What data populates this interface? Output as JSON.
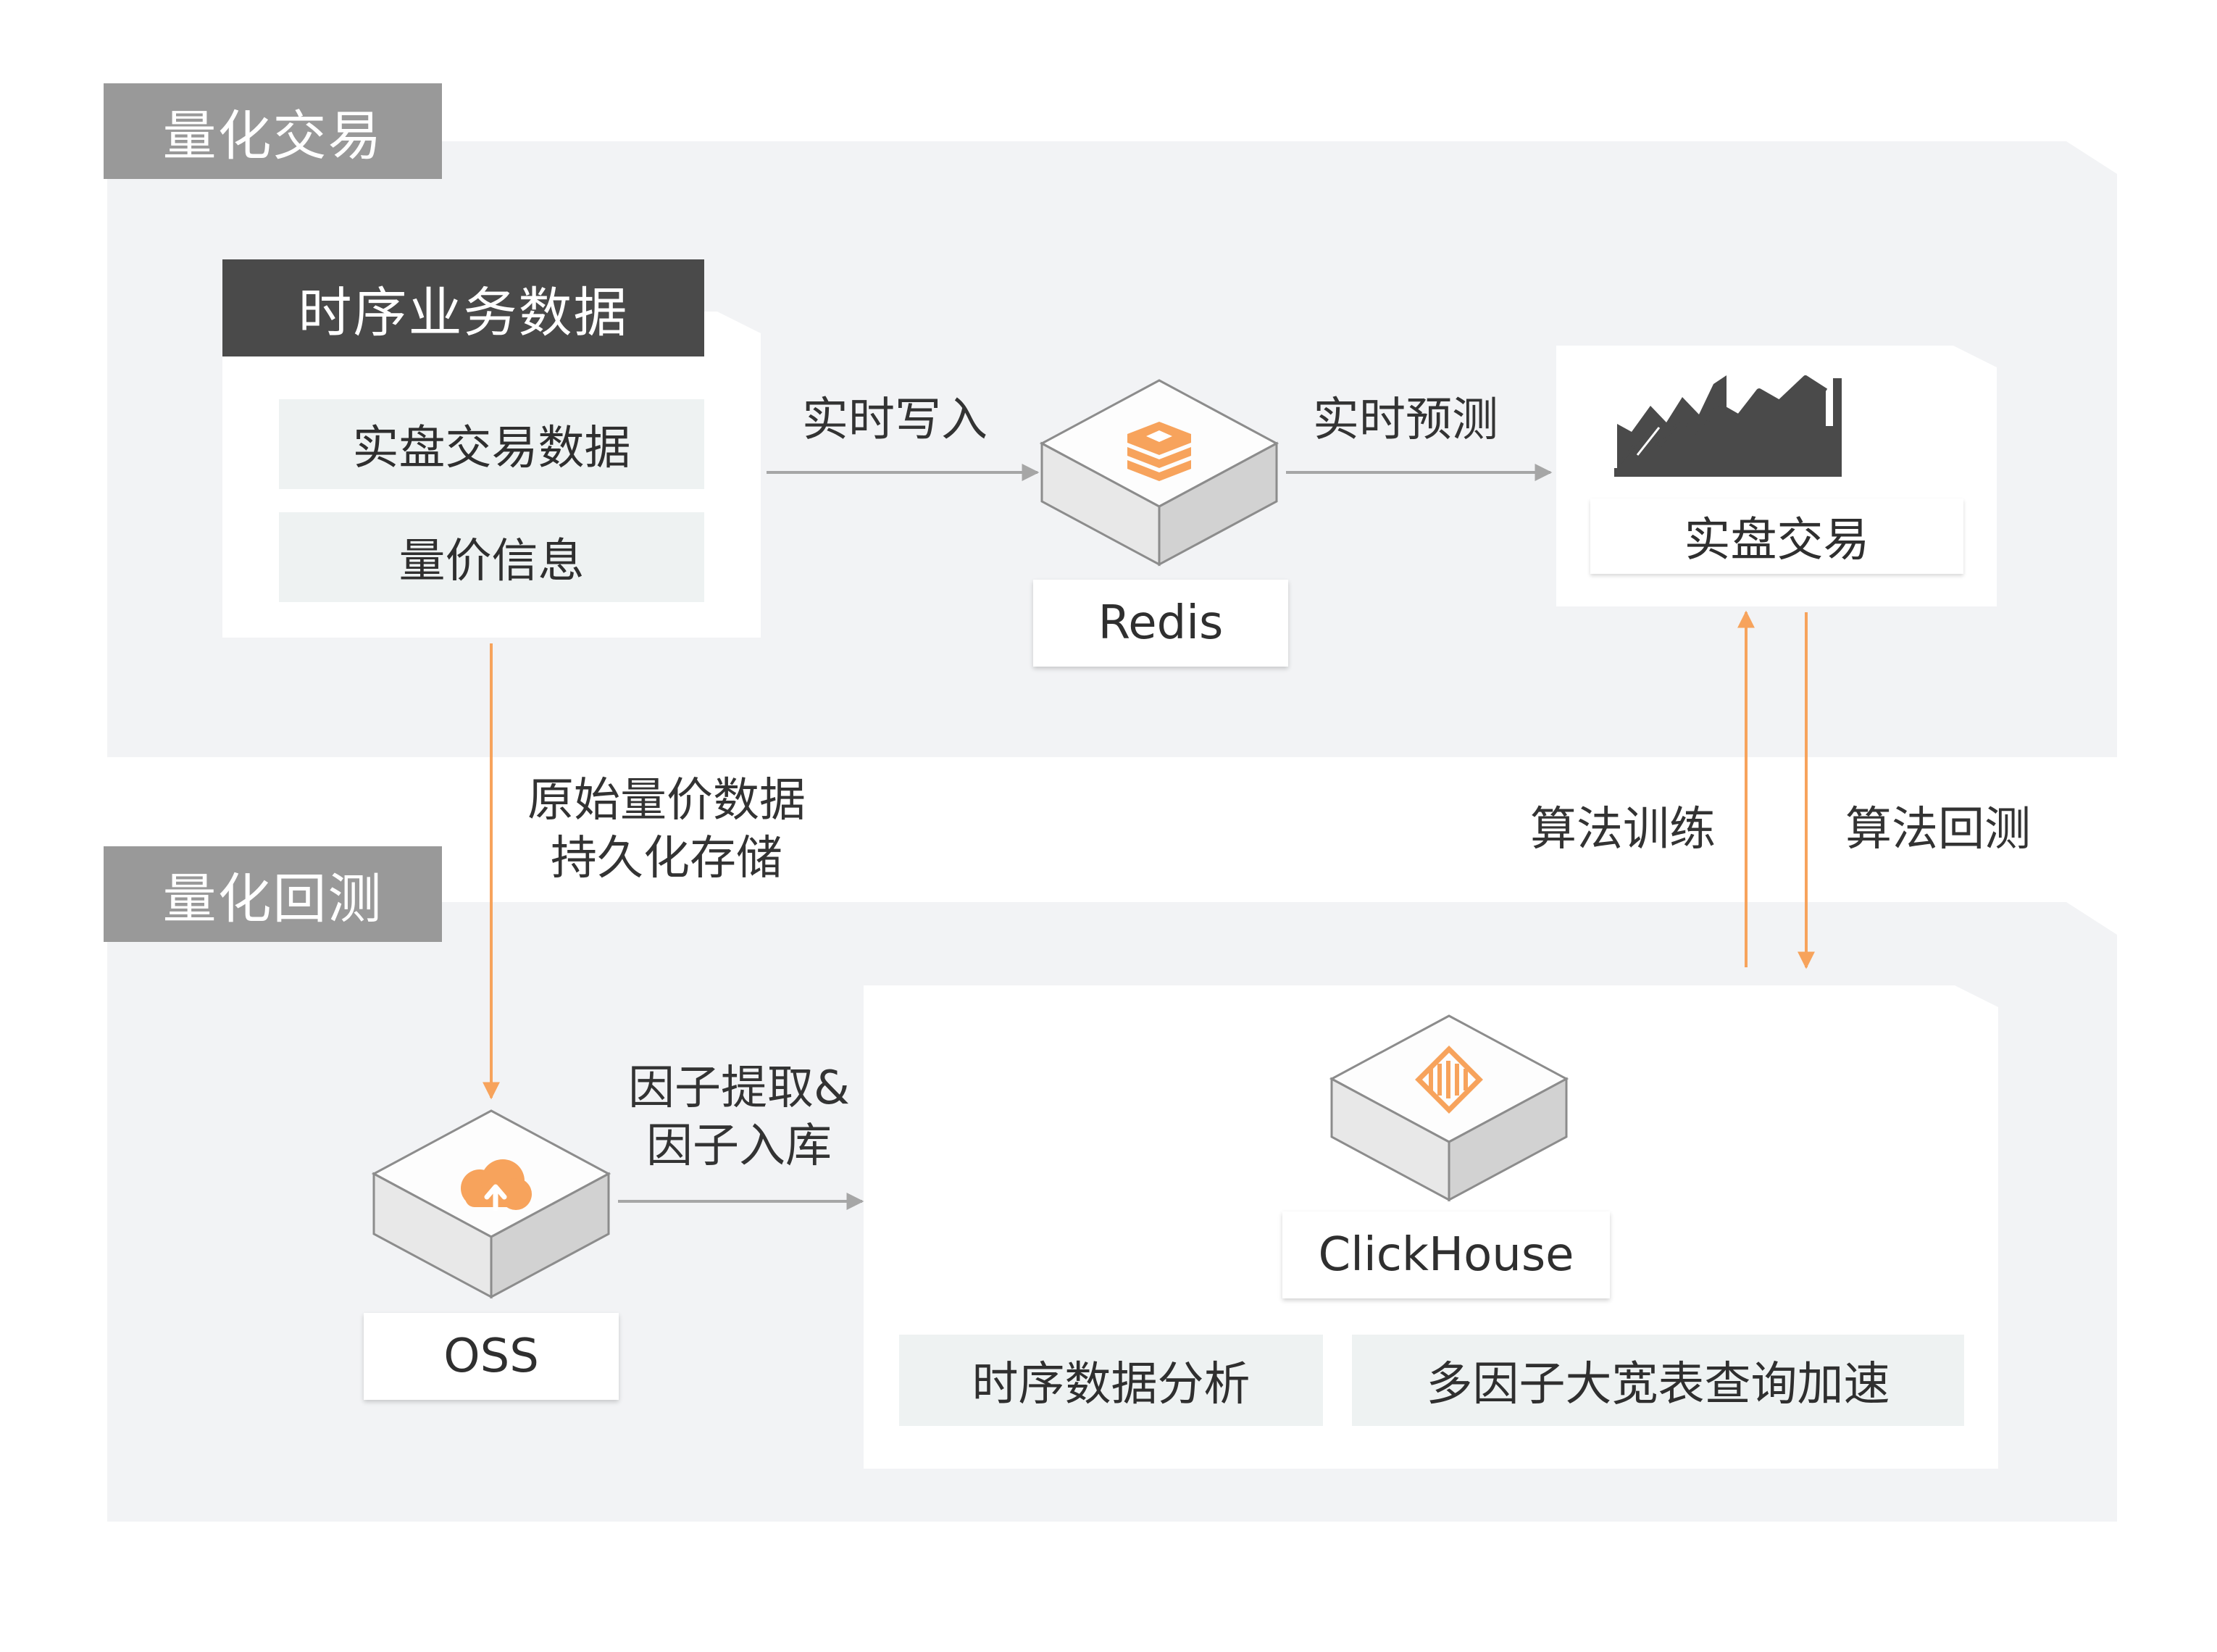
{
  "colors": {
    "section_bg": "#f2f3f5",
    "section_tag": "#999999",
    "dark_tag": "#4a4a4a",
    "tint_box": "#eef2f2",
    "accent_orange": "#f7a35c",
    "gray_arrow": "#a6a6a6"
  },
  "sections": {
    "trading": {
      "title": "量化交易"
    },
    "backtest": {
      "title": "量化回测"
    }
  },
  "timeseries_card": {
    "title": "时序业务数据",
    "items": [
      "实盘交易数据",
      "量价信息"
    ]
  },
  "redis": {
    "label": "Redis",
    "icon": "redis-stack-icon"
  },
  "live_trading": {
    "label": "实盘交易",
    "icon": "stock-chart-icon"
  },
  "oss": {
    "label": "OSS",
    "icon": "cloud-upload-icon"
  },
  "clickhouse": {
    "label": "ClickHouse",
    "icon": "clickhouse-bars-icon",
    "features": [
      "时序数据分析",
      "多因子大宽表查询加速"
    ]
  },
  "flows": {
    "realtime_write": "实时写入",
    "realtime_predict": "实时预测",
    "persist": [
      "原始量价数据",
      "持久化存储"
    ],
    "factor": [
      "因子提取&",
      "因子入库"
    ],
    "algo_train": "算法训练",
    "algo_backtest": "算法回测"
  }
}
